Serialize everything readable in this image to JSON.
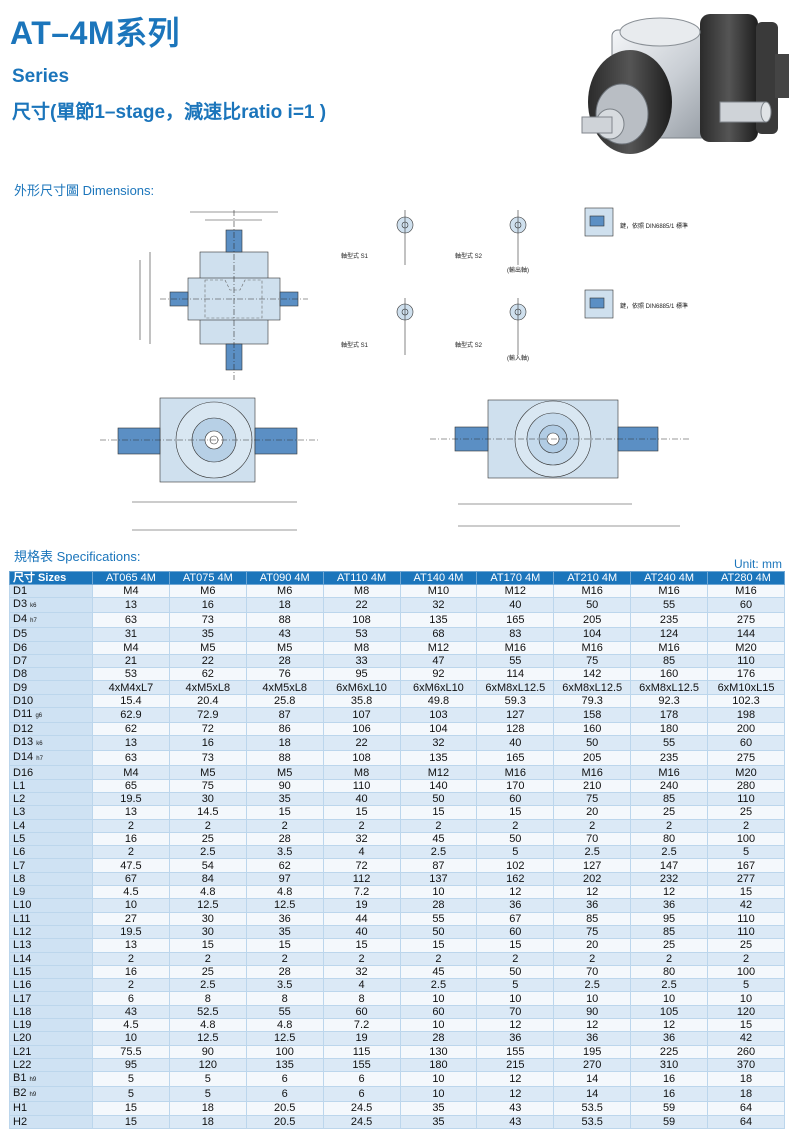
{
  "header": {
    "title": "AT–4M系列",
    "series": "Series",
    "subtitle": "尺寸(單節1–stage，減速比ratio i=1 )"
  },
  "sections": {
    "dimensions": "外形尺寸圖 Dimensions:",
    "specifications": "規格表 Specifications:",
    "unit": "Unit: mm"
  },
  "shaft_labels": {
    "s1": "軸型式 S1",
    "s2": "軸型式 S2",
    "output": "(輸出軸)",
    "input": "(輸入軸)",
    "key_note": "鍵，依照 DIN6885/1 標準"
  },
  "table": {
    "corner": "尺寸 Sizes",
    "columns": [
      "AT065 4M",
      "AT075 4M",
      "AT090 4M",
      "AT110 4M",
      "AT140 4M",
      "AT170 4M",
      "AT210 4M",
      "AT240 4M",
      "AT280 4M"
    ],
    "rows": [
      {
        "label": "D1",
        "sub": "",
        "values": [
          "M4",
          "M6",
          "M6",
          "M8",
          "M10",
          "M12",
          "M16",
          "M16",
          "M16"
        ]
      },
      {
        "label": "D3",
        "sub": "k6",
        "values": [
          "13",
          "16",
          "18",
          "22",
          "32",
          "40",
          "50",
          "55",
          "60"
        ]
      },
      {
        "label": "D4",
        "sub": "h7",
        "values": [
          "63",
          "73",
          "88",
          "108",
          "135",
          "165",
          "205",
          "235",
          "275"
        ]
      },
      {
        "label": "D5",
        "sub": "",
        "values": [
          "31",
          "35",
          "43",
          "53",
          "68",
          "83",
          "104",
          "124",
          "144"
        ]
      },
      {
        "label": "D6",
        "sub": "",
        "values": [
          "M4",
          "M5",
          "M5",
          "M8",
          "M12",
          "M16",
          "M16",
          "M16",
          "M20"
        ]
      },
      {
        "label": "D7",
        "sub": "",
        "values": [
          "21",
          "22",
          "28",
          "33",
          "47",
          "55",
          "75",
          "85",
          "110"
        ]
      },
      {
        "label": "D8",
        "sub": "",
        "values": [
          "53",
          "62",
          "76",
          "95",
          "92",
          "114",
          "142",
          "160",
          "176"
        ]
      },
      {
        "label": "D9",
        "sub": "",
        "values": [
          "4xM4xL7",
          "4xM5xL8",
          "4xM5xL8",
          "6xM6xL10",
          "6xM6xL10",
          "6xM8xL12.5",
          "6xM8xL12.5",
          "6xM8xL12.5",
          "6xM10xL15"
        ]
      },
      {
        "label": "D10",
        "sub": "",
        "values": [
          "15.4",
          "20.4",
          "25.8",
          "35.8",
          "49.8",
          "59.3",
          "79.3",
          "92.3",
          "102.3"
        ]
      },
      {
        "label": "D11",
        "sub": "g6",
        "values": [
          "62.9",
          "72.9",
          "87",
          "107",
          "103",
          "127",
          "158",
          "178",
          "198"
        ]
      },
      {
        "label": "D12",
        "sub": "",
        "values": [
          "62",
          "72",
          "86",
          "106",
          "104",
          "128",
          "160",
          "180",
          "200"
        ]
      },
      {
        "label": "D13",
        "sub": "k6",
        "values": [
          "13",
          "16",
          "18",
          "22",
          "32",
          "40",
          "50",
          "55",
          "60"
        ]
      },
      {
        "label": "D14",
        "sub": "h7",
        "values": [
          "63",
          "73",
          "88",
          "108",
          "135",
          "165",
          "205",
          "235",
          "275"
        ]
      },
      {
        "label": "D16",
        "sub": "",
        "values": [
          "M4",
          "M5",
          "M5",
          "M8",
          "M12",
          "M16",
          "M16",
          "M16",
          "M20"
        ]
      },
      {
        "label": "L1",
        "sub": "",
        "values": [
          "65",
          "75",
          "90",
          "110",
          "140",
          "170",
          "210",
          "240",
          "280"
        ]
      },
      {
        "label": "L2",
        "sub": "",
        "values": [
          "19.5",
          "30",
          "35",
          "40",
          "50",
          "60",
          "75",
          "85",
          "110"
        ]
      },
      {
        "label": "L3",
        "sub": "",
        "values": [
          "13",
          "14.5",
          "15",
          "15",
          "15",
          "15",
          "20",
          "25",
          "25"
        ]
      },
      {
        "label": "L4",
        "sub": "",
        "values": [
          "2",
          "2",
          "2",
          "2",
          "2",
          "2",
          "2",
          "2",
          "2"
        ]
      },
      {
        "label": "L5",
        "sub": "",
        "values": [
          "16",
          "25",
          "28",
          "32",
          "45",
          "50",
          "70",
          "80",
          "100"
        ]
      },
      {
        "label": "L6",
        "sub": "",
        "values": [
          "2",
          "2.5",
          "3.5",
          "4",
          "2.5",
          "5",
          "2.5",
          "2.5",
          "5"
        ]
      },
      {
        "label": "L7",
        "sub": "",
        "values": [
          "47.5",
          "54",
          "62",
          "72",
          "87",
          "102",
          "127",
          "147",
          "167"
        ]
      },
      {
        "label": "L8",
        "sub": "",
        "values": [
          "67",
          "84",
          "97",
          "112",
          "137",
          "162",
          "202",
          "232",
          "277"
        ]
      },
      {
        "label": "L9",
        "sub": "",
        "values": [
          "4.5",
          "4.8",
          "4.8",
          "7.2",
          "10",
          "12",
          "12",
          "12",
          "15"
        ]
      },
      {
        "label": "L10",
        "sub": "",
        "values": [
          "10",
          "12.5",
          "12.5",
          "19",
          "28",
          "36",
          "36",
          "36",
          "42"
        ]
      },
      {
        "label": "L11",
        "sub": "",
        "values": [
          "27",
          "30",
          "36",
          "44",
          "55",
          "67",
          "85",
          "95",
          "110"
        ]
      },
      {
        "label": "L12",
        "sub": "",
        "values": [
          "19.5",
          "30",
          "35",
          "40",
          "50",
          "60",
          "75",
          "85",
          "110"
        ]
      },
      {
        "label": "L13",
        "sub": "",
        "values": [
          "13",
          "15",
          "15",
          "15",
          "15",
          "15",
          "20",
          "25",
          "25"
        ]
      },
      {
        "label": "L14",
        "sub": "",
        "values": [
          "2",
          "2",
          "2",
          "2",
          "2",
          "2",
          "2",
          "2",
          "2"
        ]
      },
      {
        "label": "L15",
        "sub": "",
        "values": [
          "16",
          "25",
          "28",
          "32",
          "45",
          "50",
          "70",
          "80",
          "100"
        ]
      },
      {
        "label": "L16",
        "sub": "",
        "values": [
          "2",
          "2.5",
          "3.5",
          "4",
          "2.5",
          "5",
          "2.5",
          "2.5",
          "5"
        ]
      },
      {
        "label": "L17",
        "sub": "",
        "values": [
          "6",
          "8",
          "8",
          "8",
          "10",
          "10",
          "10",
          "10",
          "10"
        ]
      },
      {
        "label": "L18",
        "sub": "",
        "values": [
          "43",
          "52.5",
          "55",
          "60",
          "60",
          "70",
          "90",
          "105",
          "120"
        ]
      },
      {
        "label": "L19",
        "sub": "",
        "values": [
          "4.5",
          "4.8",
          "4.8",
          "7.2",
          "10",
          "12",
          "12",
          "12",
          "15"
        ]
      },
      {
        "label": "L20",
        "sub": "",
        "values": [
          "10",
          "12.5",
          "12.5",
          "19",
          "28",
          "36",
          "36",
          "36",
          "42"
        ]
      },
      {
        "label": "L21",
        "sub": "",
        "values": [
          "75.5",
          "90",
          "100",
          "115",
          "130",
          "155",
          "195",
          "225",
          "260"
        ]
      },
      {
        "label": "L22",
        "sub": "",
        "values": [
          "95",
          "120",
          "135",
          "155",
          "180",
          "215",
          "270",
          "310",
          "370"
        ]
      },
      {
        "label": "B1",
        "sub": "h9",
        "values": [
          "5",
          "5",
          "6",
          "6",
          "10",
          "12",
          "14",
          "16",
          "18"
        ]
      },
      {
        "label": "B2",
        "sub": "h9",
        "values": [
          "5",
          "5",
          "6",
          "6",
          "10",
          "12",
          "14",
          "16",
          "18"
        ]
      },
      {
        "label": "H1",
        "sub": "",
        "values": [
          "15",
          "18",
          "20.5",
          "24.5",
          "35",
          "43",
          "53.5",
          "59",
          "64"
        ]
      },
      {
        "label": "H2",
        "sub": "",
        "values": [
          "15",
          "18",
          "20.5",
          "24.5",
          "35",
          "43",
          "53.5",
          "59",
          "64"
        ]
      }
    ]
  }
}
